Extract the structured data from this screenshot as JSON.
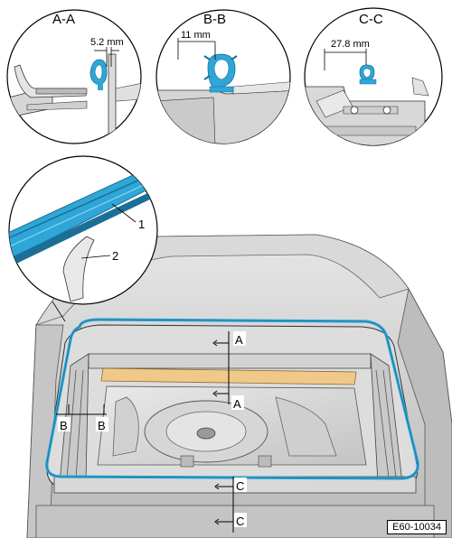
{
  "sections": {
    "aa": {
      "title": "A-A",
      "dimension": "5.2 mm"
    },
    "bb": {
      "title": "B-B",
      "dimension": "11 mm"
    },
    "cc": {
      "title": "C-C",
      "dimension": "27.8 mm"
    }
  },
  "callouts": {
    "seal": "1",
    "tool": "2"
  },
  "section_markers": {
    "a": "A",
    "b": "B",
    "c": "C"
  },
  "figure_code": "E60-10034",
  "colors": {
    "seal": "#2ea7d8",
    "seal_dark": "#1b6f96",
    "glass_frame": "#f0c98a",
    "roof": "#cfcfcf"
  }
}
